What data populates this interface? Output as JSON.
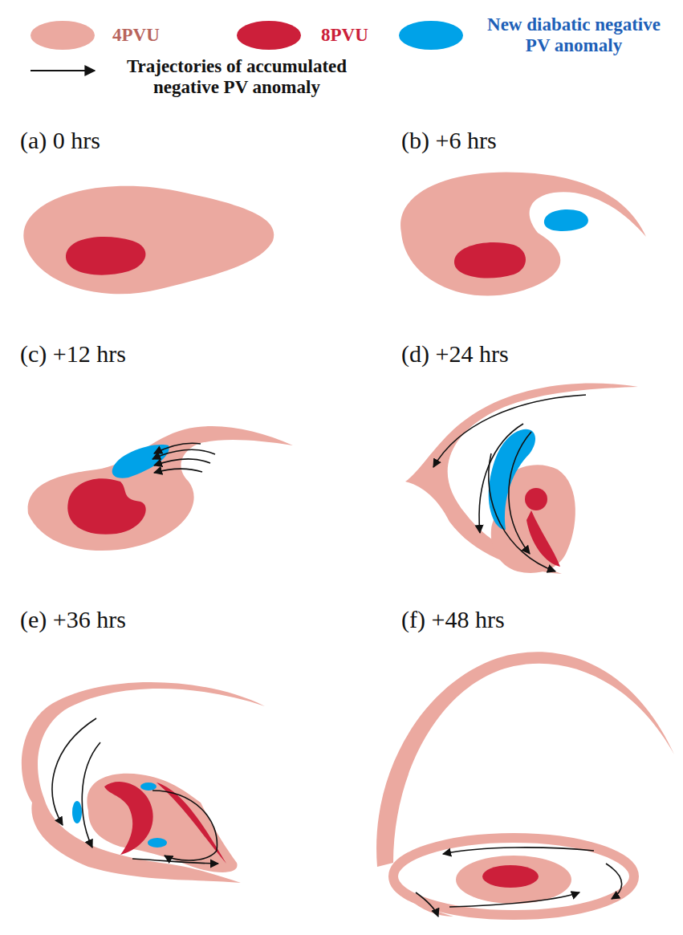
{
  "diagram": {
    "labels": [
      "(a) 0 hrs",
      "(b) +6 hrs",
      "(c) +12 hrs",
      "(d) +24 hrs",
      "(e) +36 hrs",
      "(f) +48 hrs"
    ],
    "legend": [
      {
        "text": "4PVU",
        "color": "#eba9a0"
      },
      {
        "text": "8PVU",
        "color": "#cc1f3a"
      },
      {
        "text": "New diabatic negative PV anomaly",
        "color": "#00a2e8"
      },
      {
        "text": "Trajectories of accumulated negative PV anomaly"
      }
    ]
  }
}
